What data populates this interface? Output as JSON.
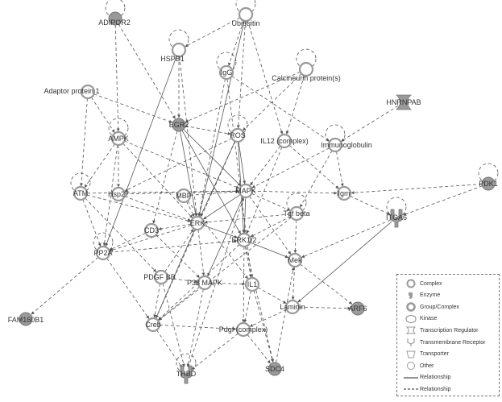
{
  "network": {
    "nodes": [
      {
        "id": "adipor2",
        "label": "ADIPOR2",
        "shape": "filled",
        "self_loop": true
      },
      {
        "id": "ubiquitin",
        "label": "Ubiquitin",
        "shape": "ring",
        "self_loop": true
      },
      {
        "id": "hspb1",
        "label": "HSPB1",
        "shape": "ring",
        "self_loop": true
      },
      {
        "id": "igg",
        "label": "IgG",
        "shape": "ring",
        "self_loop": true
      },
      {
        "id": "calcineurin",
        "label": "Calcineurin protein(s)",
        "shape": "ring",
        "self_loop": true
      },
      {
        "id": "hnrnpab",
        "label": "HNRNPAB",
        "shape": "regulator",
        "self_loop": false
      },
      {
        "id": "adaptor1",
        "label": "Adaptor protein 1",
        "shape": "ring",
        "self_loop": false
      },
      {
        "id": "egr2",
        "label": "EGR2",
        "shape": "filled",
        "self_loop": false
      },
      {
        "id": "ampk",
        "label": "AMPK",
        "shape": "ring",
        "self_loop": true
      },
      {
        "id": "ros",
        "label": "ROS",
        "shape": "ring",
        "self_loop": true
      },
      {
        "id": "il12",
        "label": "IL12 (complex)",
        "shape": "ring",
        "self_loop": false
      },
      {
        "id": "immunoglobulin",
        "label": "Immunoglobulin",
        "shape": "ring",
        "self_loop": true
      },
      {
        "id": "pdk1",
        "label": "PDK1",
        "shape": "filled",
        "self_loop": true
      },
      {
        "id": "atm",
        "label": "ATM",
        "shape": "ring",
        "self_loop": true
      },
      {
        "id": "hsp27",
        "label": "Hsp27",
        "shape": "ring",
        "self_loop": false
      },
      {
        "id": "mbp",
        "label": "MBP",
        "shape": "ring",
        "self_loop": false
      },
      {
        "id": "mapk",
        "label": "MAPK",
        "shape": "ring",
        "self_loop": false
      },
      {
        "id": "igm",
        "label": "Igm",
        "shape": "ring",
        "self_loop": false
      },
      {
        "id": "itga6",
        "label": "ITGA6",
        "shape": "receptor",
        "self_loop": true
      },
      {
        "id": "tgfbeta",
        "label": "Tgf beta",
        "shape": "ring",
        "self_loop": true
      },
      {
        "id": "erk",
        "label": "ERK",
        "shape": "ring",
        "self_loop": false
      },
      {
        "id": "cd3",
        "label": "CD3",
        "shape": "ring",
        "self_loop": false
      },
      {
        "id": "pp2a",
        "label": "PP2A",
        "shape": "ring",
        "self_loop": true
      },
      {
        "id": "erk12",
        "label": "ERK1/2",
        "shape": "ring",
        "self_loop": false
      },
      {
        "id": "mek",
        "label": "Mek",
        "shape": "ring",
        "self_loop": false
      },
      {
        "id": "pdgfbb",
        "label": "PDGF BB",
        "shape": "ring",
        "self_loop": false
      },
      {
        "id": "p38mapk",
        "label": "P38 MAPK",
        "shape": "ring",
        "self_loop": false
      },
      {
        "id": "il1",
        "label": "IL1",
        "shape": "ring",
        "self_loop": false
      },
      {
        "id": "laminin",
        "label": "Laminin",
        "shape": "ring",
        "self_loop": false
      },
      {
        "id": "arf6",
        "label": "ARF6",
        "shape": "filled",
        "self_loop": false
      },
      {
        "id": "fam160b1",
        "label": "FAM160B1",
        "shape": "filled",
        "self_loop": false
      },
      {
        "id": "creb",
        "label": "Creb",
        "shape": "ring",
        "self_loop": false
      },
      {
        "id": "pdgf",
        "label": "Pdgf (complex)",
        "shape": "ring",
        "self_loop": false
      },
      {
        "id": "thbd",
        "label": "THBD",
        "shape": "receptor",
        "self_loop": true
      },
      {
        "id": "sdc4",
        "label": "SDC4",
        "shape": "filled",
        "self_loop": false
      }
    ],
    "edges": [
      [
        "adipor2",
        "ampk",
        "d"
      ],
      [
        "adipor2",
        "egr2",
        "d"
      ],
      [
        "ubiquitin",
        "igg",
        "d"
      ],
      [
        "ubiquitin",
        "hspb1",
        "d"
      ],
      [
        "ubiquitin",
        "ros",
        "d"
      ],
      [
        "ubiquitin",
        "erk",
        "s"
      ],
      [
        "ubiquitin",
        "il12",
        "d"
      ],
      [
        "hspb1",
        "erk",
        "d"
      ],
      [
        "hspb1",
        "egr2",
        "d"
      ],
      [
        "igg",
        "erk",
        "d"
      ],
      [
        "igg",
        "il1",
        "d"
      ],
      [
        "igg",
        "immunoglobulin",
        "d"
      ],
      [
        "calcineurin",
        "egr2",
        "d"
      ],
      [
        "calcineurin",
        "ros",
        "d"
      ],
      [
        "calcineurin",
        "il12",
        "d"
      ],
      [
        "hnrnpab",
        "immunoglobulin",
        "d"
      ],
      [
        "adaptor1",
        "atm",
        "d"
      ],
      [
        "adaptor1",
        "egr2",
        "d"
      ],
      [
        "adaptor1",
        "ampk",
        "d"
      ],
      [
        "egr2",
        "erk",
        "s"
      ],
      [
        "egr2",
        "mapk",
        "s"
      ],
      [
        "egr2",
        "erk12",
        "s"
      ],
      [
        "egr2",
        "ros",
        "d"
      ],
      [
        "ampk",
        "erk",
        "d"
      ],
      [
        "ampk",
        "atm",
        "d"
      ],
      [
        "ampk",
        "mapk",
        "d"
      ],
      [
        "ampk",
        "pp2a",
        "d"
      ],
      [
        "ros",
        "mapk",
        "s"
      ],
      [
        "ros",
        "erk",
        "s"
      ],
      [
        "ros",
        "erk12",
        "s"
      ],
      [
        "ros",
        "creb",
        "d"
      ],
      [
        "ros",
        "hsp27",
        "d"
      ],
      [
        "il12",
        "mapk",
        "d"
      ],
      [
        "il12",
        "erk12",
        "d"
      ],
      [
        "immunoglobulin",
        "igm",
        "d"
      ],
      [
        "immunoglobulin",
        "mapk",
        "d"
      ],
      [
        "pdk1",
        "itga6",
        "d"
      ],
      [
        "pdk1",
        "igm",
        "d"
      ],
      [
        "atm",
        "mapk",
        "d"
      ],
      [
        "atm",
        "erk",
        "d"
      ],
      [
        "atm",
        "pp2a",
        "d"
      ],
      [
        "hsp27",
        "mapk",
        "d"
      ],
      [
        "hsp27",
        "erk",
        "d"
      ],
      [
        "mbp",
        "mapk",
        "d"
      ],
      [
        "mbp",
        "erk",
        "d"
      ],
      [
        "mapk",
        "erk",
        "s"
      ],
      [
        "mapk",
        "erk12",
        "s"
      ],
      [
        "mapk",
        "tgfbeta",
        "d"
      ],
      [
        "mapk",
        "igm",
        "d"
      ],
      [
        "mapk",
        "mek",
        "d"
      ],
      [
        "mapk",
        "p38mapk",
        "s"
      ],
      [
        "igm",
        "itga6",
        "d"
      ],
      [
        "itga6",
        "mek",
        "d"
      ],
      [
        "itga6",
        "laminin",
        "s"
      ],
      [
        "tgfbeta",
        "erk",
        "d"
      ],
      [
        "tgfbeta",
        "erk12",
        "d"
      ],
      [
        "tgfbeta",
        "mek",
        "d"
      ],
      [
        "tgfbeta",
        "creb",
        "d"
      ],
      [
        "erk",
        "erk12",
        "s"
      ],
      [
        "erk",
        "cd3",
        "d"
      ],
      [
        "erk",
        "pp2a",
        "d"
      ],
      [
        "erk",
        "creb",
        "s"
      ],
      [
        "erk",
        "p38mapk",
        "d"
      ],
      [
        "cd3",
        "pp2a",
        "d"
      ],
      [
        "cd3",
        "p38mapk",
        "d"
      ],
      [
        "pp2a",
        "erk12",
        "d"
      ],
      [
        "pp2a",
        "fam160b1",
        "d"
      ],
      [
        "pp2a",
        "creb",
        "d"
      ],
      [
        "erk12",
        "mek",
        "s"
      ],
      [
        "erk12",
        "il1",
        "d"
      ],
      [
        "erk12",
        "creb",
        "d"
      ],
      [
        "erk12",
        "sdc4",
        "d"
      ],
      [
        "erk12",
        "pdgf",
        "d"
      ],
      [
        "mek",
        "laminin",
        "d"
      ],
      [
        "mek",
        "arf6",
        "d"
      ],
      [
        "pdgfbb",
        "p38mapk",
        "d"
      ],
      [
        "pdgfbb",
        "erk",
        "d"
      ],
      [
        "pdgfbb",
        "creb",
        "d"
      ],
      [
        "pdgfbb",
        "thbd",
        "d"
      ],
      [
        "p38mapk",
        "il1",
        "d"
      ],
      [
        "p38mapk",
        "creb",
        "d"
      ],
      [
        "p38mapk",
        "thbd",
        "d"
      ],
      [
        "il1",
        "laminin",
        "d"
      ],
      [
        "il1",
        "pdgf",
        "d"
      ],
      [
        "il1",
        "sdc4",
        "d"
      ],
      [
        "laminin",
        "pdgf",
        "d"
      ],
      [
        "laminin",
        "arf6",
        "d"
      ],
      [
        "creb",
        "thbd",
        "d"
      ],
      [
        "creb",
        "pdgf",
        "d"
      ],
      [
        "pdgf",
        "sdc4",
        "d"
      ],
      [
        "pdgf",
        "thbd",
        "d"
      ],
      [
        "thbd",
        "mapk",
        "d"
      ],
      [
        "sdc4",
        "mek",
        "d"
      ],
      [
        "atm",
        "pdgfbb",
        "d"
      ],
      [
        "hspb1",
        "pp2a",
        "s"
      ],
      [
        "egr2",
        "cd3",
        "d"
      ],
      [
        "ampk",
        "hsp27",
        "d"
      ],
      [
        "mbp",
        "il1",
        "d"
      ],
      [
        "immunoglobulin",
        "tgfbeta",
        "d"
      ],
      [
        "il12",
        "igm",
        "d"
      ]
    ]
  },
  "legend": {
    "items": [
      {
        "label": "Complex",
        "symbol": "complex"
      },
      {
        "label": "Enzyme",
        "symbol": "enzyme"
      },
      {
        "label": "Group/Complex",
        "symbol": "group"
      },
      {
        "label": "Kinase",
        "symbol": "kinase"
      },
      {
        "label": "Transcription Regulator",
        "symbol": "regulator"
      },
      {
        "label": "Transmembrane Receptor",
        "symbol": "receptor"
      },
      {
        "label": "Transporter",
        "symbol": "transporter"
      },
      {
        "label": "Other",
        "symbol": "other"
      },
      {
        "label": "Relationship",
        "symbol": "solid-line"
      },
      {
        "label": "Relationship",
        "symbol": "dashed-line"
      }
    ]
  },
  "colors": {
    "filled_node": "#9a9a9a",
    "ring_stroke": "#9a9a9a",
    "edge": "#555555",
    "label": "#333333"
  }
}
